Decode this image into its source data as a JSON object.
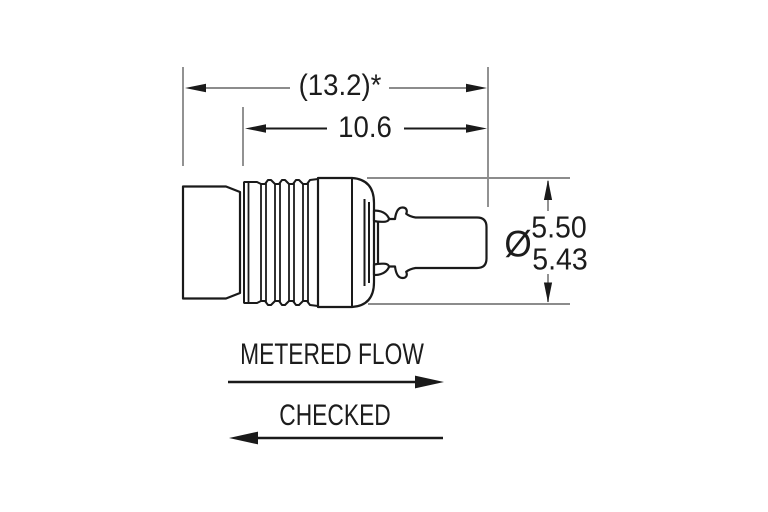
{
  "dimensions": {
    "overall_length_label": "(13.2)*",
    "coupler_length_label": "10.6",
    "diameter_symbol": "Ø",
    "diameter_upper": "5.50",
    "diameter_lower": "5.43"
  },
  "flow": {
    "metered_label": "METERED FLOW",
    "checked_label": "CHECKED"
  },
  "colors": {
    "outline": "#1a1a1a",
    "dimgray": "#8c8c8c",
    "background": "#ffffff"
  }
}
